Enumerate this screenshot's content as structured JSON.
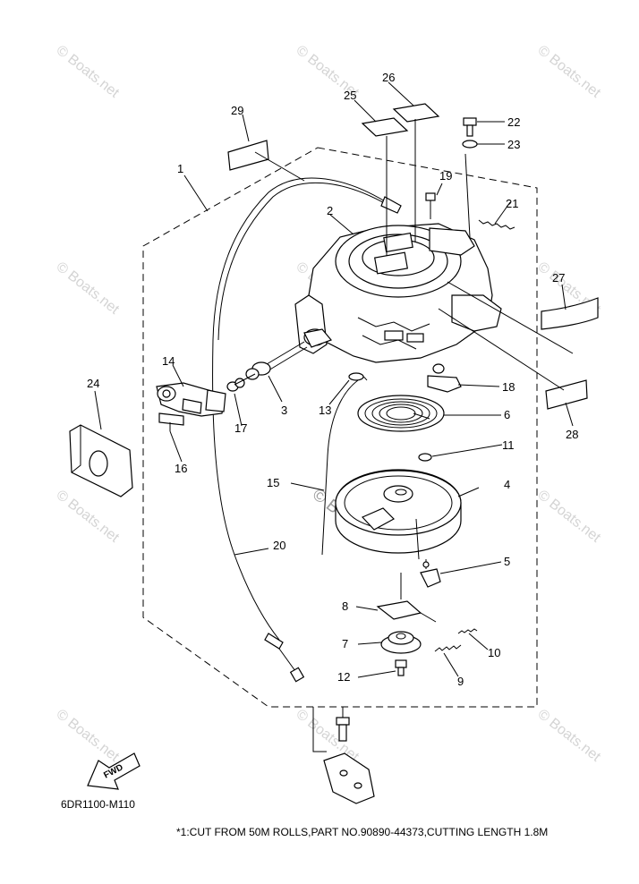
{
  "watermark": "© Boats.net",
  "diagram_code": "6DR1100-M110",
  "footnote": "*1:CUT FROM 50M ROLLS,PART NO.90890-44373,CUTTING LENGTH 1.8M",
  "fwd_label": "FWD",
  "callouts": {
    "c1": "1",
    "c2": "2",
    "c3": "3",
    "c4": "4",
    "c5": "5",
    "c6": "6",
    "c7": "7",
    "c8": "8",
    "c9": "9",
    "c10": "10",
    "c11": "11",
    "c12": "12",
    "c13": "13",
    "c14": "14",
    "c15": "15",
    "c16": "16",
    "c17": "17",
    "c18": "18",
    "c19": "19",
    "c20": "20",
    "c21": "21",
    "c22": "22",
    "c23": "23",
    "c24": "24",
    "c25": "25",
    "c26": "26",
    "c27": "27",
    "c28": "28",
    "c29": "29"
  }
}
